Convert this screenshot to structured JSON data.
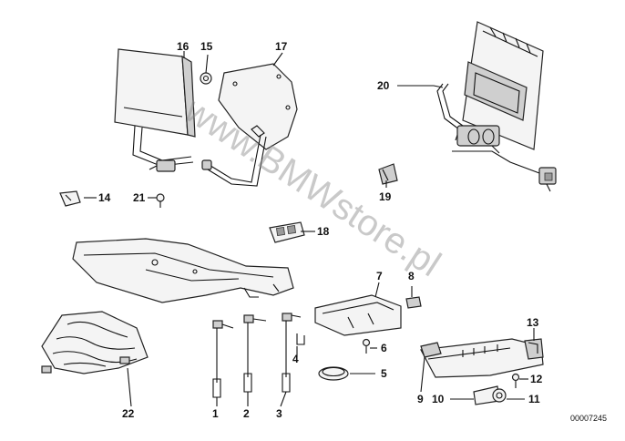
{
  "callouts": [
    "1",
    "2",
    "3",
    "4",
    "5",
    "6",
    "7",
    "8",
    "9",
    "10",
    "11",
    "12",
    "13",
    "14",
    "15",
    "16",
    "17",
    "18",
    "19",
    "20",
    "21",
    "22"
  ],
  "reference_code": "00007245",
  "watermark": "www.BMWstore.pl"
}
